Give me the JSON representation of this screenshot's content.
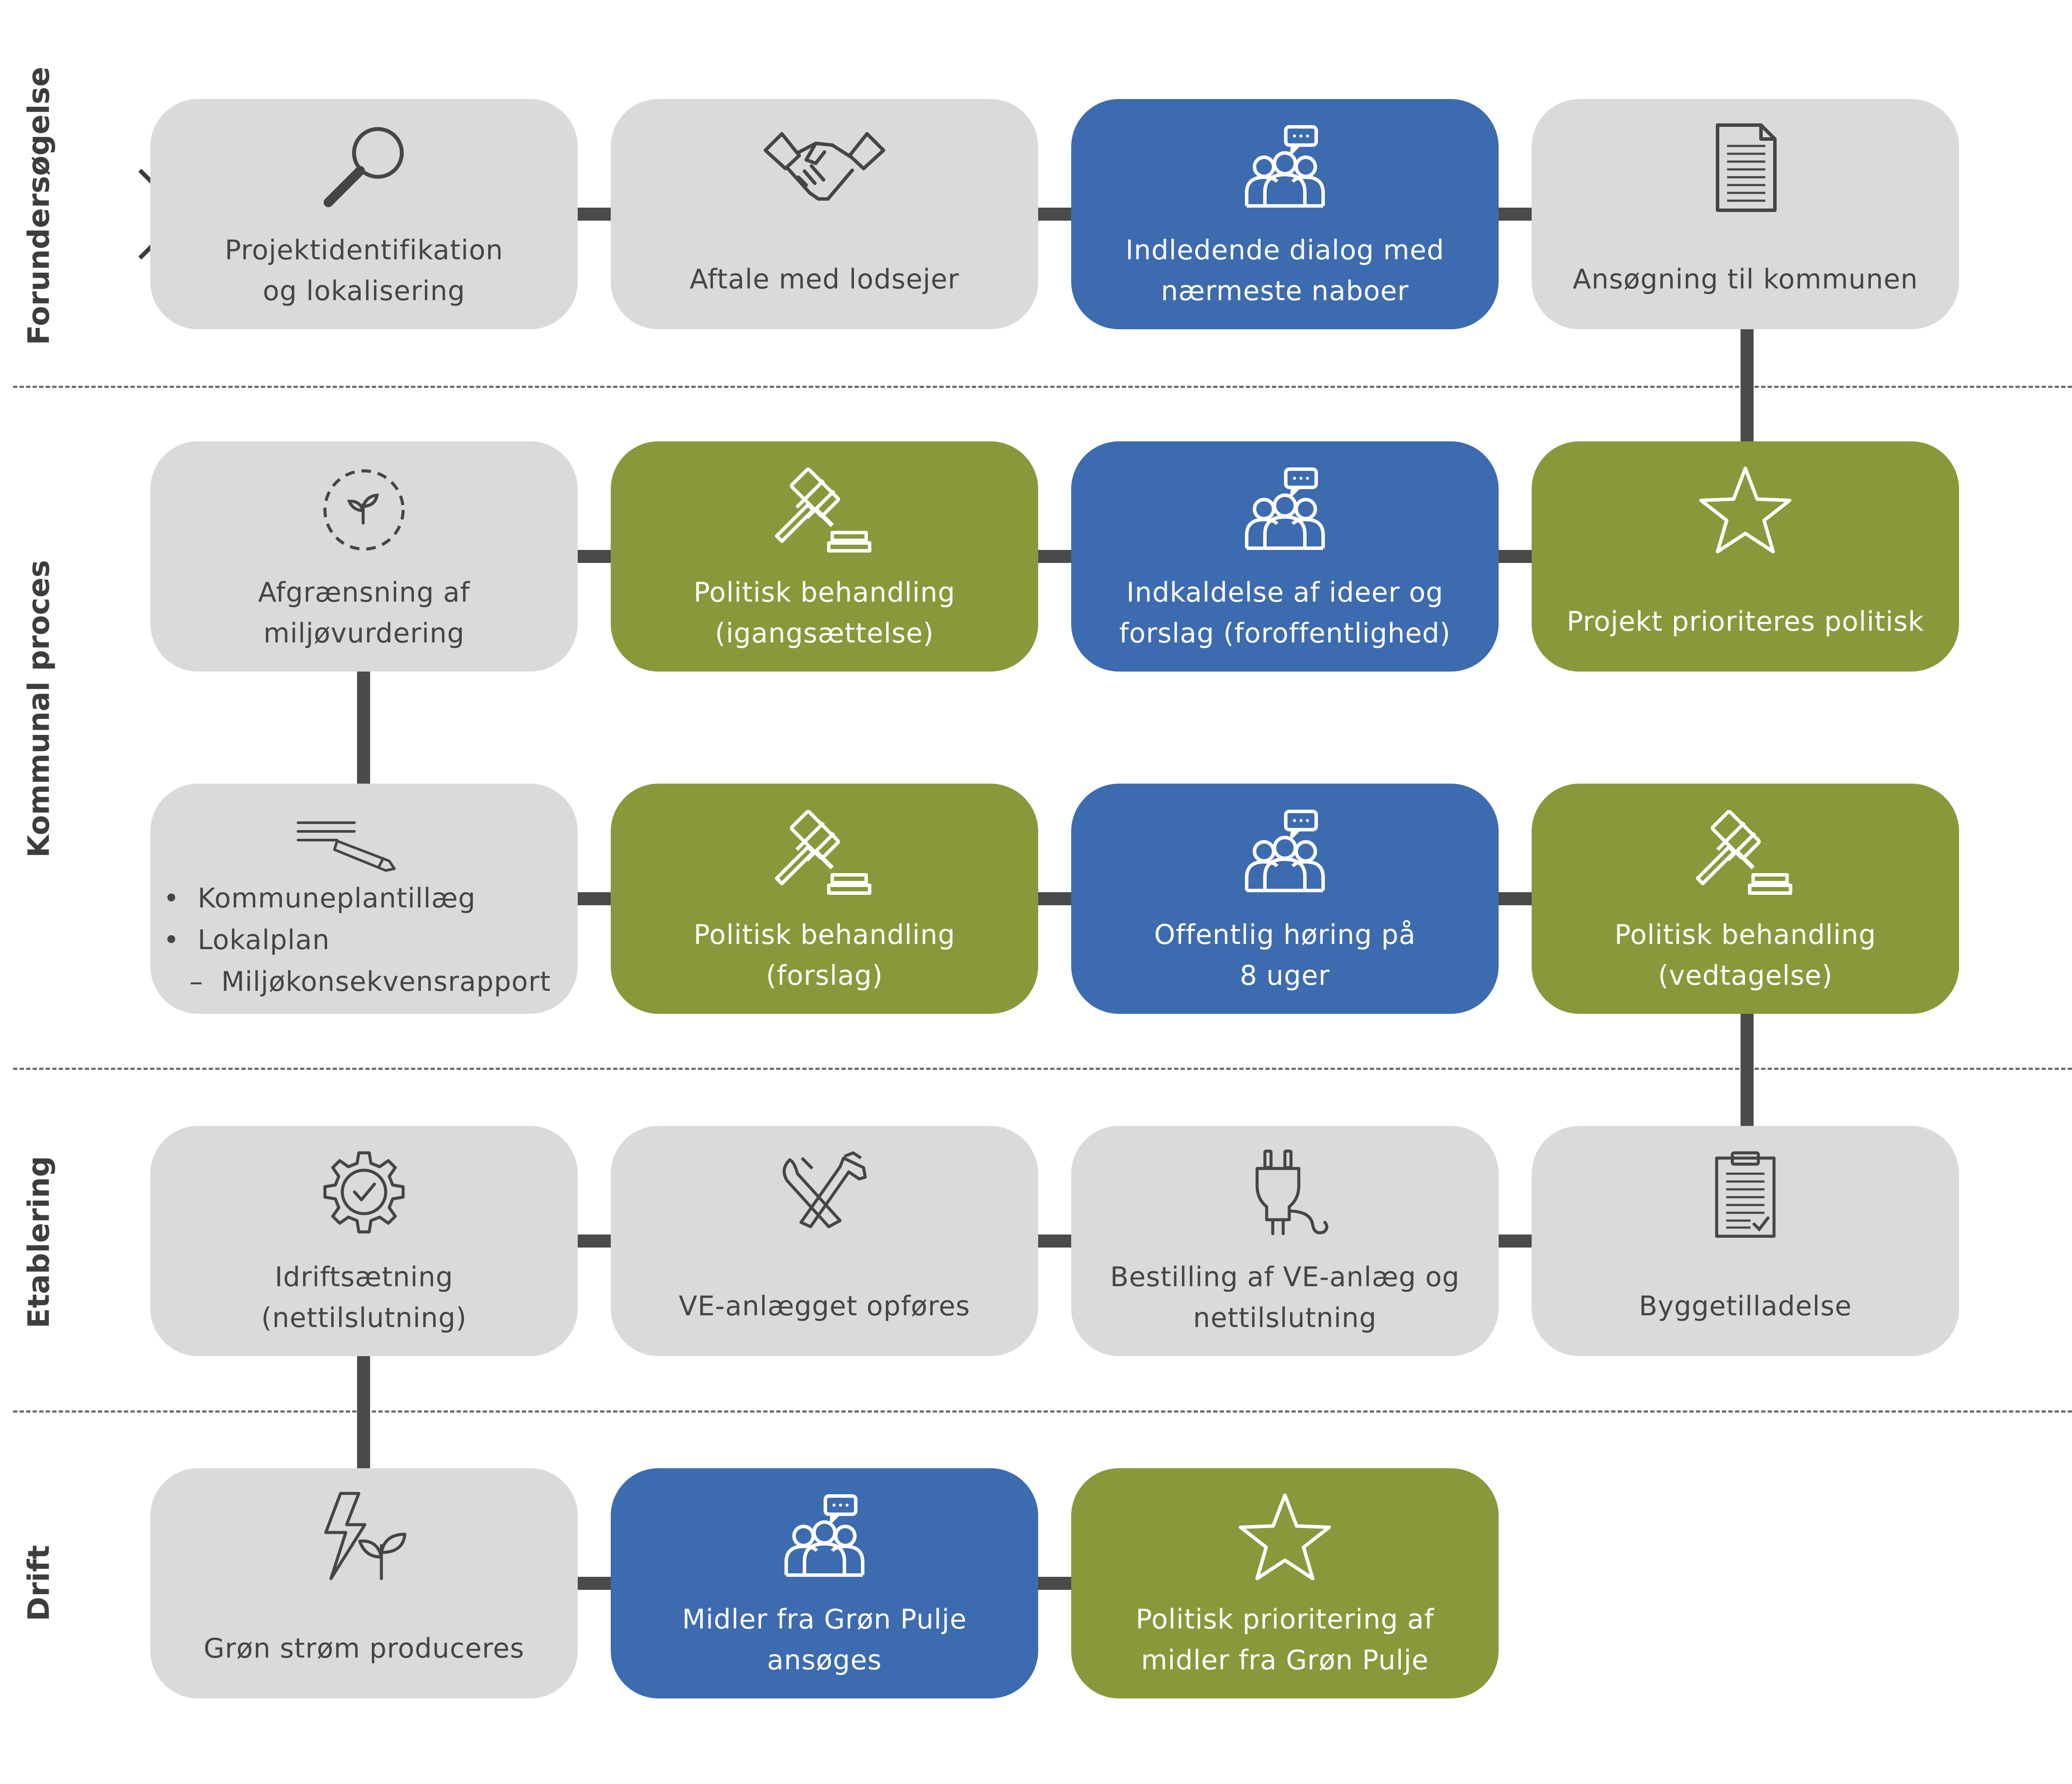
{
  "phases": [
    {
      "name": "Forundersøgelse"
    },
    {
      "name": "Kommunal proces"
    },
    {
      "name": "Etablering"
    },
    {
      "name": "Drift"
    }
  ],
  "steps": {
    "projektidentifikation": {
      "line1": "Projektidentifikation",
      "line2": "og lokalisering",
      "icon": "magnifier-icon"
    },
    "aftale": {
      "line1": "Aftale med lodsejer",
      "icon": "handshake-icon"
    },
    "dialog": {
      "line1": "Indledende dialog med",
      "line2": "nærmeste naboer",
      "icon": "people-speech-icon"
    },
    "ansoegning": {
      "line1": "Ansøgning til kommunen",
      "icon": "document-icon"
    },
    "afgraensning": {
      "line1": "Afgrænsning af",
      "line2": "miljøvurdering",
      "icon": "sprout-circle-icon"
    },
    "politisk_igang": {
      "line1": "Politisk behandling",
      "line2": "(igangsættelse)",
      "icon": "gavel-icon"
    },
    "indkaldelse": {
      "line1": "Indkaldelse af ideer og",
      "line2": "forslag (foroffentlighed)",
      "icon": "people-speech-icon"
    },
    "prioriteres": {
      "line1": "Projekt prioriteres politisk",
      "icon": "star-icon"
    },
    "plan": {
      "bullet1": "Kommuneplantillæg",
      "bullet2": "Lokalplan",
      "sub1": "Miljøkonsekvensrapport",
      "bullet_char": "•",
      "dash_char": "–",
      "icon": "pen-lines-icon"
    },
    "politisk_forslag": {
      "line1": "Politisk behandling",
      "line2": "(forslag)",
      "icon": "gavel-icon"
    },
    "hoering": {
      "line1": "Offentlig høring på",
      "line2": "8 uger",
      "icon": "people-speech-icon"
    },
    "politisk_vedtagelse": {
      "line1": "Politisk behandling",
      "line2": "(vedtagelse)",
      "icon": "gavel-icon"
    },
    "idrift": {
      "line1": "Idriftsætning",
      "line2": "(nettilslutning)",
      "icon": "gear-check-icon"
    },
    "opfoeres": {
      "line1": "VE-anlægget opføres",
      "icon": "tools-icon"
    },
    "bestilling": {
      "line1": "Bestilling af VE-anlæg og",
      "line2": "nettilslutning",
      "icon": "plug-icon"
    },
    "byggetilladelse": {
      "line1": "Byggetilladelse",
      "icon": "clipboard-icon"
    },
    "groen_stroem": {
      "line1": "Grøn strøm produceres",
      "icon": "lightning-leaf-icon"
    },
    "midler": {
      "line1": "Midler fra Grøn Pulje",
      "line2": "ansøges",
      "icon": "people-speech-icon"
    },
    "prioritering_midler": {
      "line1": "Politisk prioritering af",
      "line2": "midler fra Grøn Pulje",
      "icon": "star-icon"
    }
  },
  "colors": {
    "gray_box": "#dadada",
    "blue_box": "#3d6baf",
    "green_box": "#88993b",
    "connector": "#4a4a4a",
    "text_dark": "#454545"
  }
}
